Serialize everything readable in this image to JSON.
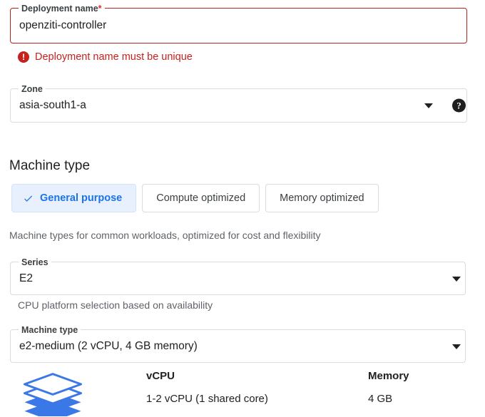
{
  "deployment_name": {
    "label": "Deployment name",
    "required_marker": "*",
    "value": "openziti-controller",
    "error_message": "Deployment name must be unique",
    "error_icon": "error-exclamation-icon",
    "error_color": "#c5221f"
  },
  "zone": {
    "label": "Zone",
    "value": "asia-south1-a",
    "dropdown_icon": "chevron-down-icon",
    "help_icon": "help-circle-icon",
    "help_glyph": "?"
  },
  "machine_type_section": {
    "title": "Machine type",
    "options": [
      {
        "label": "General purpose",
        "selected": true,
        "check_icon": "check-icon"
      },
      {
        "label": "Compute optimized",
        "selected": false
      },
      {
        "label": "Memory optimized",
        "selected": false
      }
    ],
    "description": "Machine types for common workloads, optimized for cost and flexibility",
    "accent_color": "#1a73e8",
    "selected_bg": "#e8f0fe"
  },
  "series": {
    "label": "Series",
    "value": "E2",
    "dropdown_icon": "chevron-down-icon",
    "helper": "CPU platform selection based on availability"
  },
  "machine_type": {
    "label": "Machine type",
    "value": "e2-medium (2 vCPU, 4 GB memory)",
    "dropdown_icon": "chevron-down-icon"
  },
  "specs": {
    "icon": "stacked-layers-icon",
    "columns": [
      {
        "header": "vCPU",
        "value": "1-2 vCPU (1 shared core)"
      },
      {
        "header": "Memory",
        "value": "4 GB"
      }
    ]
  }
}
